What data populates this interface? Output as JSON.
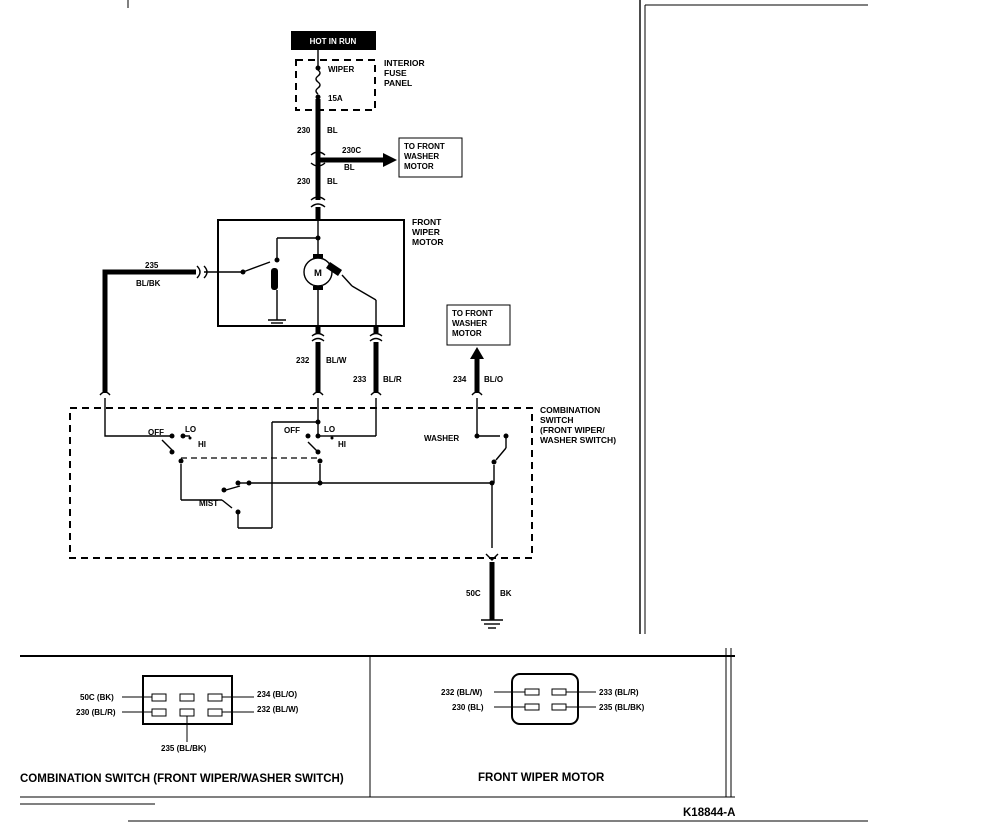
{
  "labels": {
    "hot_in_run": "HOT IN RUN",
    "fuse_name": "WIPER",
    "fuse_rating": "15A",
    "fuse_panel": [
      "INTERIOR",
      "FUSE",
      "PANEL"
    ],
    "wire_230_top": [
      "230",
      "BL"
    ],
    "wire_230c": [
      "230C",
      "BL"
    ],
    "to_front_washer_motor_1": [
      "TO FRONT",
      "WASHER",
      "MOTOR"
    ],
    "wire_230_mid": [
      "230",
      "BL"
    ],
    "front_wiper_motor": [
      "FRONT",
      "WIPER",
      "MOTOR"
    ],
    "motor_symbol": "M",
    "wire_235": [
      "235",
      "BL/BK"
    ],
    "wire_232": [
      "232",
      "BL/W"
    ],
    "wire_233": [
      "233",
      "BL/R"
    ],
    "to_front_washer_motor_2": [
      "TO FRONT",
      "WASHER",
      "MOTOR"
    ],
    "wire_234": [
      "234",
      "BL/O"
    ],
    "combination_switch": [
      "COMBINATION",
      "SWITCH",
      "(FRONT WIPER/",
      "WASHER SWITCH)"
    ],
    "switch1_off": "OFF",
    "switch1_lo": "LO",
    "switch1_hi": "HI",
    "switch2_off": "OFF",
    "switch2_lo": "LO",
    "switch2_hi": "HI",
    "mist": "MIST",
    "washer": "WASHER",
    "wire_50c": [
      "50C",
      "BK"
    ],
    "conn1_pins": [
      "50C (BK)",
      "230 (BL/R)",
      "234 (BL/O)",
      "232 (BL/W)",
      "235 (BL/BK)"
    ],
    "conn1_title": "COMBINATION SWITCH (FRONT WIPER/WASHER SWITCH)",
    "conn2_pins": [
      "232 (BL/W)",
      "230 (BL)",
      "233 (BL/R)",
      "235 (BL/BK)"
    ],
    "conn2_title": "FRONT WIPER MOTOR",
    "figure_id": "K18844-A"
  }
}
